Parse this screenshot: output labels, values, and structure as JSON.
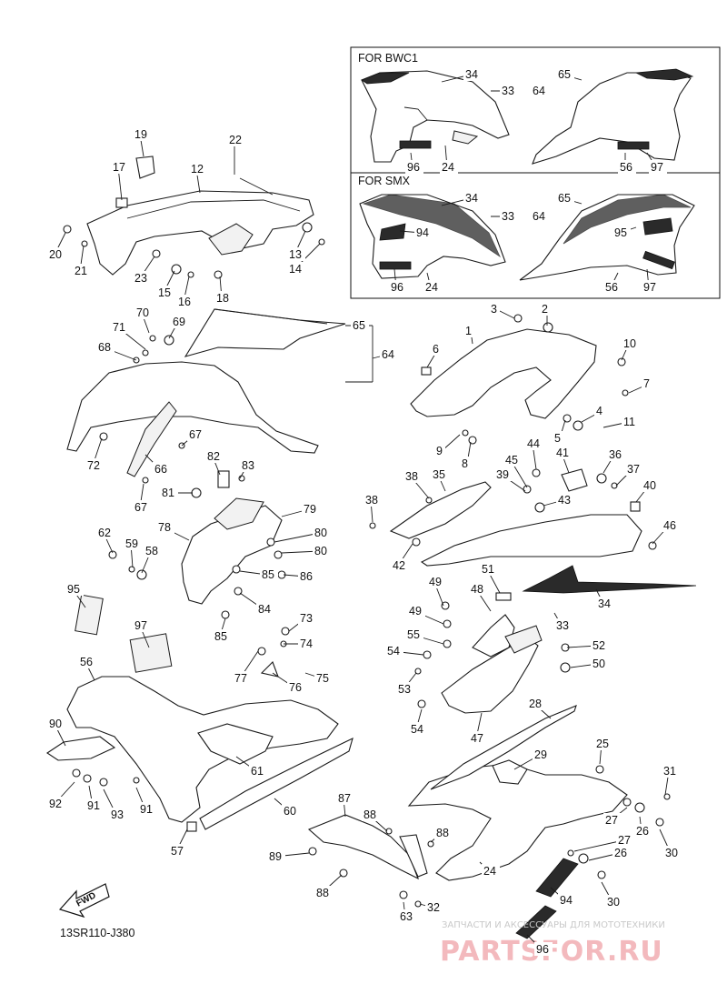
{
  "insets": {
    "bwc1_title": "FOR BWC1",
    "smx_title": "FOR SMX"
  },
  "drawing_code": "13SR110-J380",
  "fwd_label": "FWD",
  "watermark": {
    "tagline": "ЗАПЧАСТИ И АКСЕССУАРЫ ДЛЯ МОТОТЕХНИКИ",
    "brand": "PARTSFOR.RU"
  },
  "callouts": {
    "bwc1": [
      "34",
      "33",
      "65",
      "64",
      "96",
      "24",
      "56",
      "97"
    ],
    "smx": [
      "34",
      "33",
      "65",
      "64",
      "94",
      "95",
      "96",
      "24",
      "56",
      "97"
    ],
    "top_bracket": [
      "19",
      "22",
      "17",
      "12",
      "20",
      "21",
      "23",
      "15",
      "16",
      "13",
      "14",
      "18"
    ],
    "upper_cowl": [
      "70",
      "69",
      "71",
      "68",
      "65",
      "64",
      "67",
      "72",
      "66",
      "67"
    ],
    "right_panel": [
      "3",
      "2",
      "1",
      "6",
      "10",
      "7",
      "4",
      "5",
      "11",
      "9",
      "8"
    ],
    "middle": [
      "82",
      "83",
      "81",
      "79",
      "78",
      "80",
      "80",
      "62",
      "59",
      "58",
      "85",
      "86",
      "84",
      "85"
    ],
    "side_cover": [
      "44",
      "45",
      "41",
      "36",
      "37",
      "38",
      "35",
      "39",
      "43",
      "40",
      "38",
      "46",
      "42",
      "34",
      "33"
    ],
    "ducts": [
      "51",
      "49",
      "48",
      "49",
      "55",
      "52",
      "54",
      "50",
      "53",
      "54",
      "47"
    ],
    "lower_left": [
      "95",
      "97",
      "73",
      "74",
      "77",
      "75",
      "76",
      "56",
      "90",
      "61",
      "92",
      "91",
      "93",
      "91",
      "60",
      "57"
    ],
    "lower_right": [
      "28",
      "25",
      "29",
      "31",
      "27",
      "26",
      "30",
      "87",
      "88",
      "88",
      "89",
      "27",
      "26",
      "24",
      "94",
      "88",
      "30",
      "63",
      "32",
      "96"
    ]
  }
}
